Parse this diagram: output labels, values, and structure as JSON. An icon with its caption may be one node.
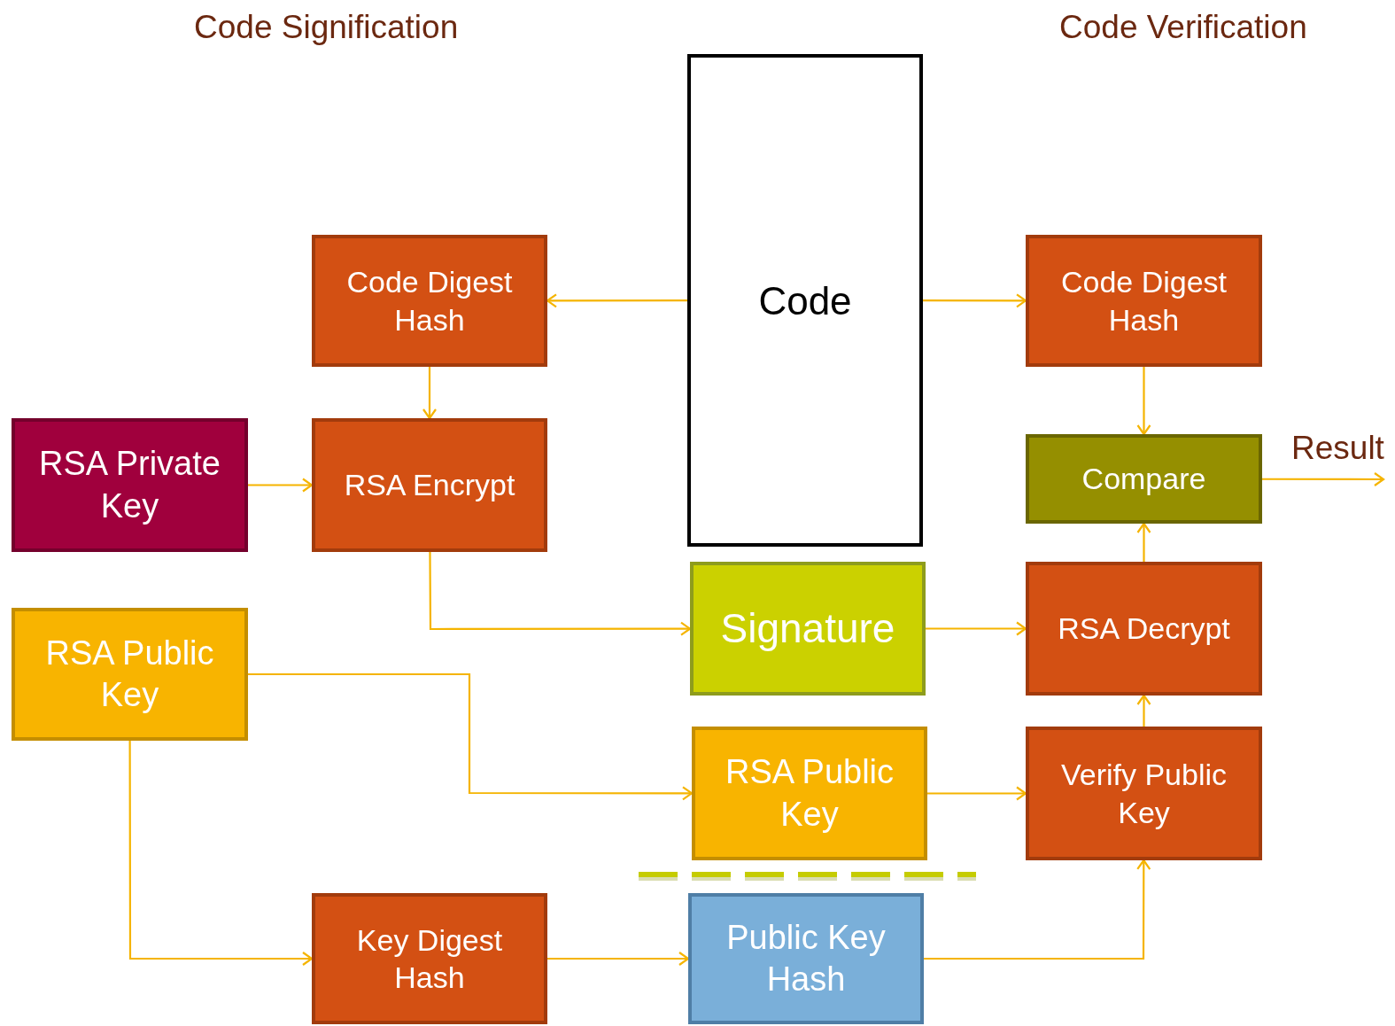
{
  "diagram": {
    "nodes": [
      {
        "text": [
          "Code"
        ]
      },
      {
        "text": [
          "Code Digest Hash"
        ]
      },
      {
        "text": [
          "RSA Private Key"
        ]
      },
      {
        "text": [
          "RSA Encrypt"
        ]
      },
      {
        "text": [
          "RSA Public Key"
        ]
      },
      {
        "text": [
          "Key Digest Hash"
        ]
      },
      {
        "text": [
          "Signature"
        ]
      },
      {
        "text": [
          "RSA Public Key"
        ]
      },
      {
        "text": [
          "Public Key Hash"
        ]
      },
      {
        "text": [
          "Code Digest Hash"
        ]
      },
      {
        "text": [
          "Compare"
        ]
      },
      {
        "text": [
          "RSA Decrypt"
        ]
      },
      {
        "text": [
          "Verify Public Key"
        ]
      }
    ],
    "edges": [
      {
        "from": 0,
        "to": 1,
        "arrow": "to"
      },
      {
        "from": 1,
        "to": 3,
        "arrow": "to"
      },
      {
        "from": 2,
        "to": 3,
        "arrow": "to"
      },
      {
        "from": 3,
        "to": 6,
        "arrow": "to"
      },
      {
        "from": 4,
        "to": 7,
        "arrow": "to"
      },
      {
        "from": 4,
        "to": 5,
        "arrow": "to"
      },
      {
        "from": 5,
        "to": 8,
        "arrow": "to"
      },
      {
        "from": 0,
        "to": 9,
        "arrow": "to"
      },
      {
        "from": 9,
        "to": 10,
        "arrow": "to"
      },
      {
        "from": 6,
        "to": 11,
        "arrow": "to"
      },
      {
        "from": 11,
        "to": 10,
        "arrow": "to"
      },
      {
        "from": 7,
        "to": 12,
        "arrow": "to"
      },
      {
        "from": 12,
        "to": 11,
        "arrow": "to"
      },
      {
        "from": 8,
        "to": 12,
        "arrow": "to"
      },
      {
        "from": 10,
        "to": null,
        "arrow": "to",
        "label": "Result"
      }
    ],
    "labels": [
      "Code Signification",
      "Code Verification"
    ]
  }
}
